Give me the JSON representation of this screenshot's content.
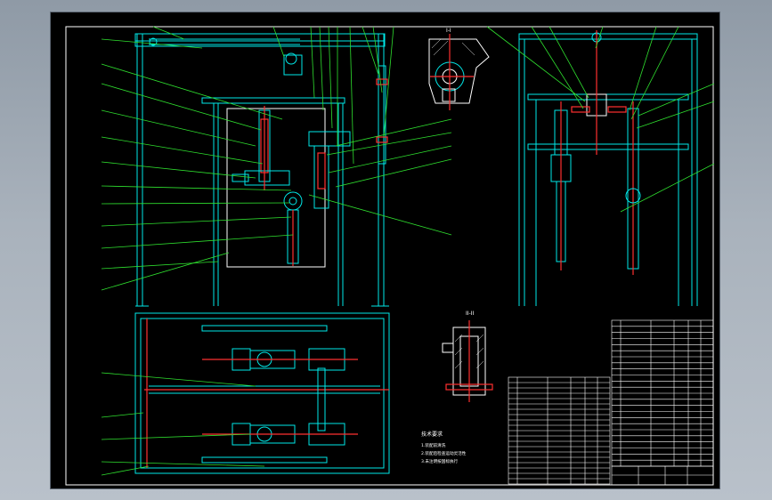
{
  "colors": {
    "background": "#000000",
    "frame": "#ffffff",
    "structure": "#00e8e8",
    "leaders": "#2fe02f",
    "centerlines": "#ff3030",
    "hatch": "#e8e8e8",
    "window_bg": "#a9b2bc"
  },
  "views": {
    "section_top_label": "I-I",
    "section_bottom_label": "II-II"
  },
  "notes": {
    "title": "技术要求",
    "lines": [
      "1.装配前清洗",
      "2.装配后检查运动灵活性",
      "3.未注明按国标执行"
    ]
  }
}
